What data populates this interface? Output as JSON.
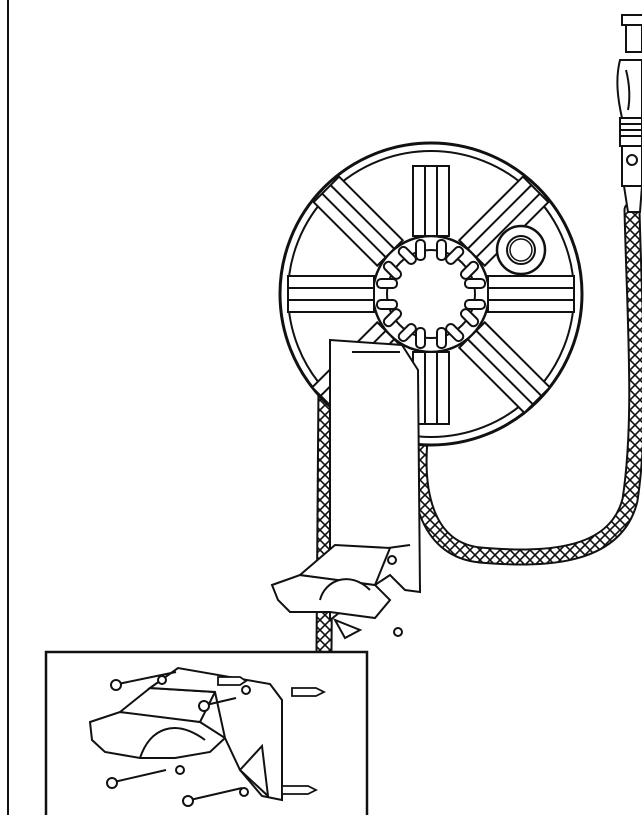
{
  "illustration": {
    "colors": {
      "ink": "#111111",
      "paper": "#ffffff",
      "hatch": "#222222"
    },
    "parts": [
      "left-margin-rule",
      "hose-reel-drum",
      "reel-crank-knob",
      "tap-faucet",
      "hose-connector",
      "braided-hose",
      "wall-mount-bracket",
      "inset-detail-frame",
      "inset-bracket",
      "wall-plug",
      "fixing-screw"
    ]
  }
}
